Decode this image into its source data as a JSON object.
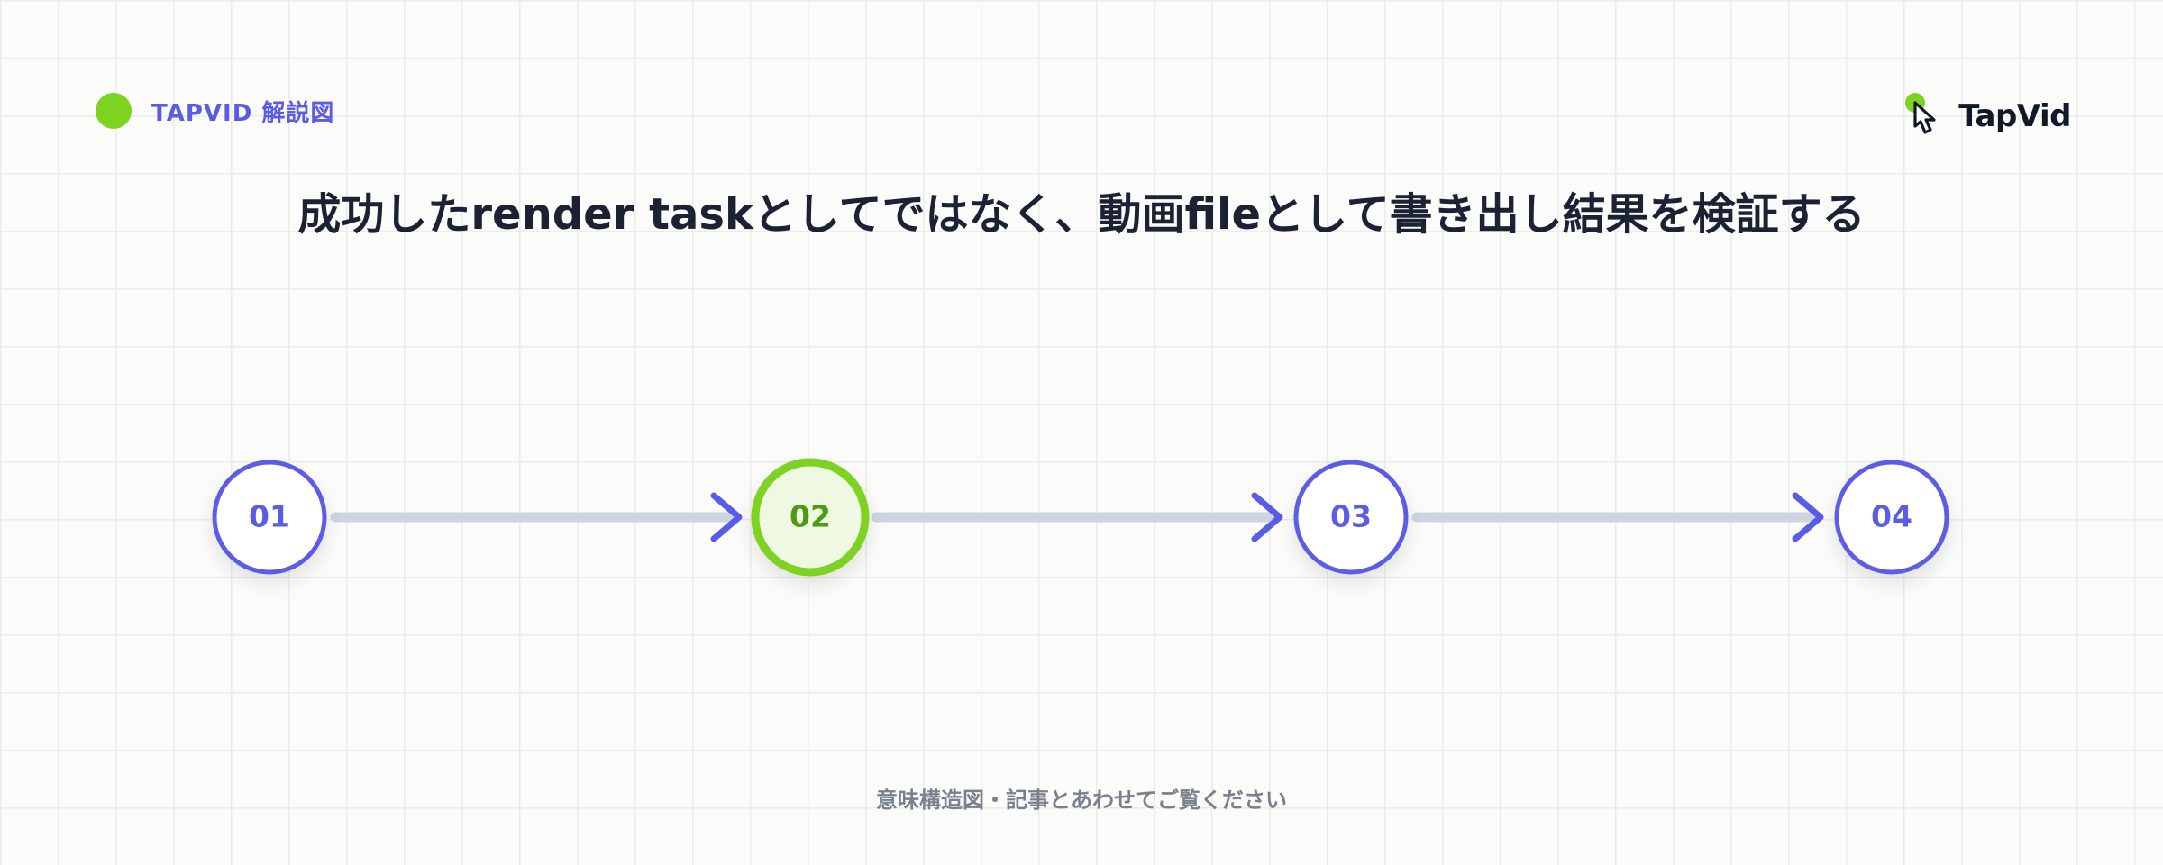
{
  "header": {
    "brand_label": "TAPVID 解説図",
    "logo_text": "TapVid",
    "logo_icon": "hand-pointer-icon"
  },
  "title": "成功したrender taskとしてではなく、動画fileとして書き出し結果を検証する",
  "steps": [
    {
      "label": "01",
      "active": false
    },
    {
      "label": "02",
      "active": true
    },
    {
      "label": "03",
      "active": false
    },
    {
      "label": "04",
      "active": false
    }
  ],
  "footer": "意味構造図・記事とあわせてご覧ください",
  "colors": {
    "accent": "#5b5ce6",
    "active": "#7ed321",
    "active_text": "#4f9a12",
    "active_fill": "#eef8e3",
    "connector": "#cdd5e0",
    "title": "#1c2233",
    "footer": "#7a818d"
  }
}
